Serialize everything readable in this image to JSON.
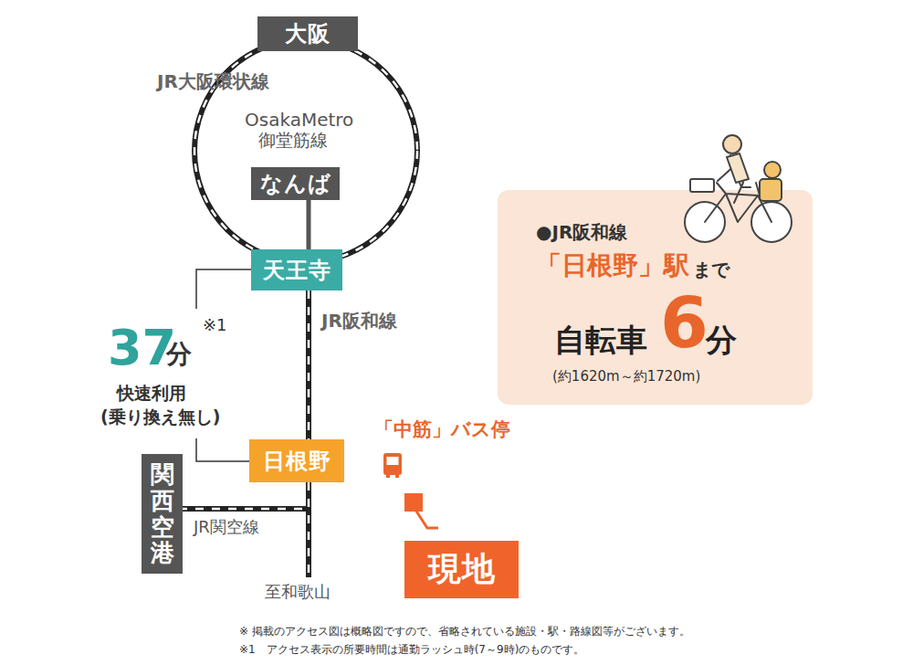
{
  "diagram": {
    "nodes": [
      {
        "text": [
          "大阪"
        ]
      },
      {
        "text": [
          "なんば"
        ]
      },
      {
        "text": [
          "天王寺"
        ]
      },
      {
        "text": [
          "日根野"
        ]
      },
      {
        "text": [
          "関西空港"
        ]
      },
      {
        "text": [
          "現地"
        ]
      },
      {
        "text": [
          "●JR阪和線",
          "「日根野」駅",
          "まで",
          "自転車",
          "6",
          "分",
          "(約1620m～約1720m)"
        ]
      }
    ],
    "edges": [
      {
        "from": 1,
        "to": 2,
        "arrow": "none"
      },
      {
        "from": 2,
        "to": 3,
        "arrow": "none"
      },
      {
        "from": 3,
        "to": 4,
        "arrow": "none"
      }
    ],
    "labels": [
      "JR大阪環状線",
      "OsakaMetro",
      "御堂筋線",
      "JR阪和線",
      "37",
      "分",
      "※1",
      "快速利用",
      "(乗り換え無し)",
      "「中筋」バス停",
      "JR関空線",
      "至和歌山",
      "※ 掲載のアクセス図は概略図ですので、省略されている施設・駅・路線図等がございます。",
      "※1　アクセス表示の所要時間は通勤ラッシュ時(7～9時)のものです。"
    ]
  }
}
